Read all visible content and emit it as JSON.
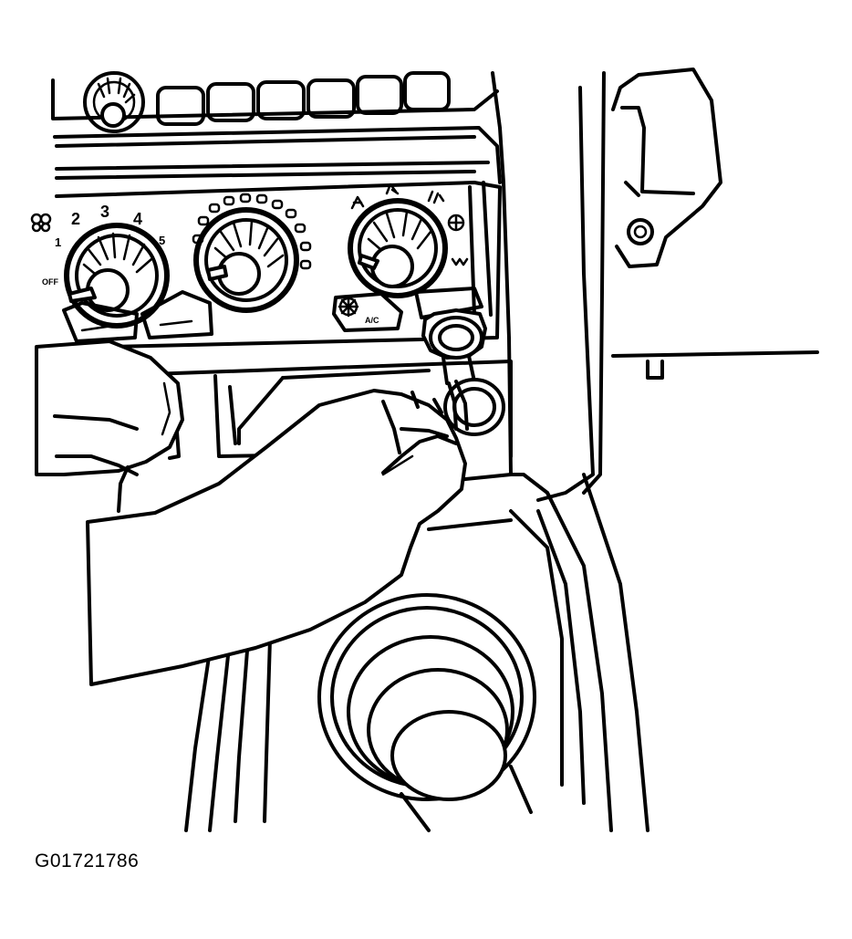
{
  "figure": {
    "id_label": "G01721786"
  },
  "fan_dial": {
    "labels": [
      "OFF",
      "1",
      "2",
      "3",
      "4",
      "5"
    ]
  },
  "mode_panel": {
    "ac_label": "A/C"
  },
  "colors": {
    "ink": "#000000",
    "paper": "#ffffff"
  }
}
